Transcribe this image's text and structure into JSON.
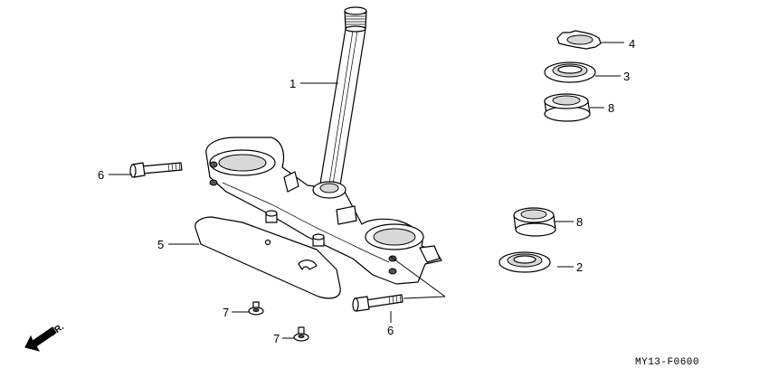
{
  "callouts": [
    {
      "id": "1",
      "label": "1"
    },
    {
      "id": "2",
      "label": "2"
    },
    {
      "id": "3",
      "label": "3"
    },
    {
      "id": "4",
      "label": "4"
    },
    {
      "id": "5",
      "label": "5"
    },
    {
      "id": "6a",
      "label": "6"
    },
    {
      "id": "6b",
      "label": "6"
    },
    {
      "id": "7a",
      "label": "7"
    },
    {
      "id": "7b",
      "label": "7"
    },
    {
      "id": "8a",
      "label": "8"
    },
    {
      "id": "8b",
      "label": "8"
    }
  ],
  "direction_label": "FR.",
  "drawing_code": "MY13-F0600"
}
